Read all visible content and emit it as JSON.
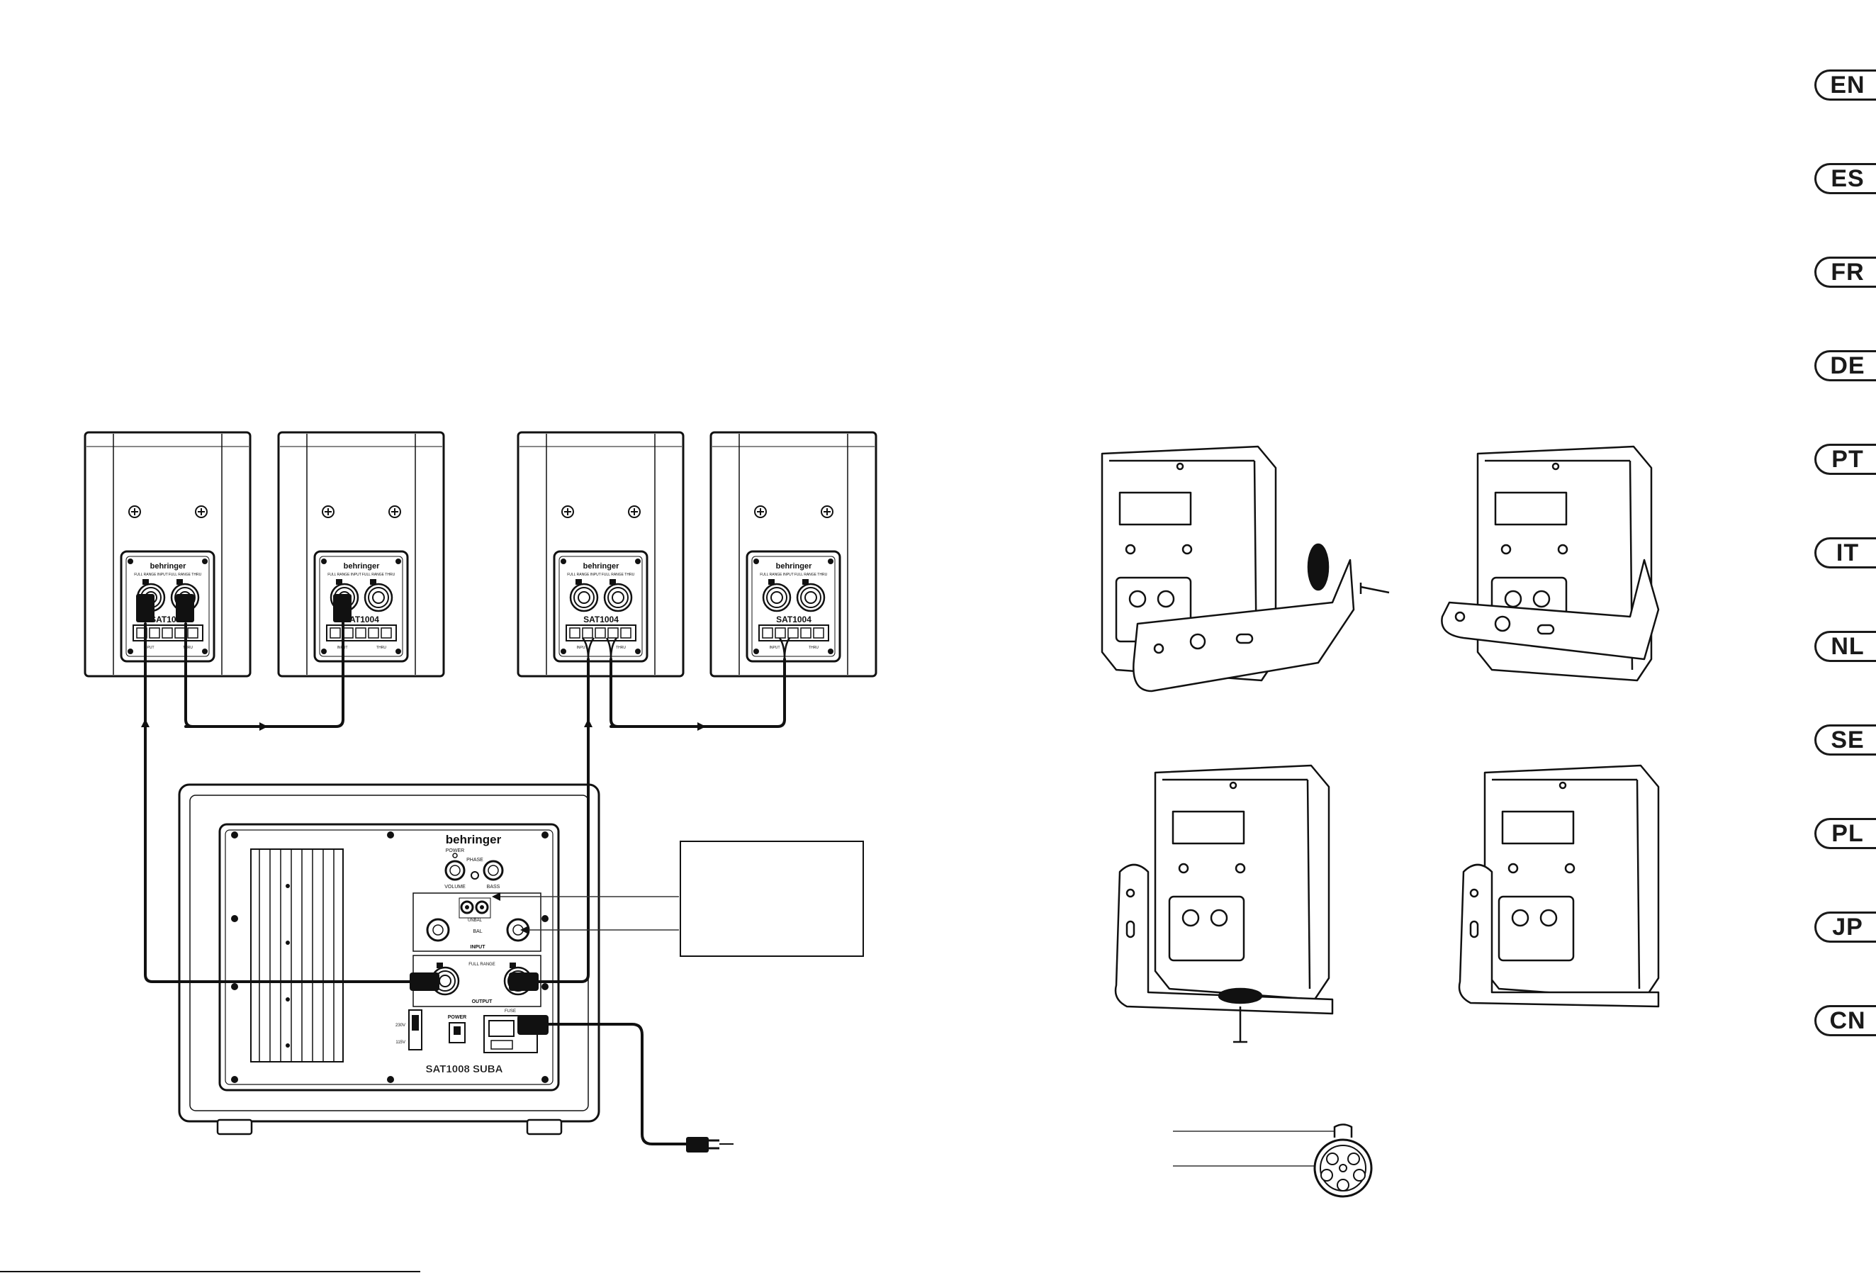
{
  "languages": [
    "EN",
    "ES",
    "FR",
    "DE",
    "PT",
    "IT",
    "NL",
    "SE",
    "PL",
    "JP",
    "CN"
  ],
  "diagram": {
    "brand": "behringer",
    "satellite_model": "SAT1004",
    "subwoofer_model": "SAT1008 SUBA",
    "sat_input_label": "FULL RANGE INPUT",
    "sat_thru_label": "FULL RANGE THRU",
    "sat_jack_input": "INPUT",
    "sat_jack_thru": "THRU",
    "sub_volume_label": "VOLUME",
    "sub_bass_label": "BASS",
    "sub_power_led_label": "POWER",
    "sub_phase_label": "PHASE",
    "sub_input_label": "INPUT",
    "sub_bal_label": "BAL",
    "sub_unbal_label": "UNBAL",
    "sub_output_label": "OUTPUT",
    "sub_output_sub": "FULL RANGE",
    "sub_power_switch_label": "POWER",
    "voltage_high": "230V",
    "voltage_low": "115V",
    "fuse_label": "FUSE"
  }
}
